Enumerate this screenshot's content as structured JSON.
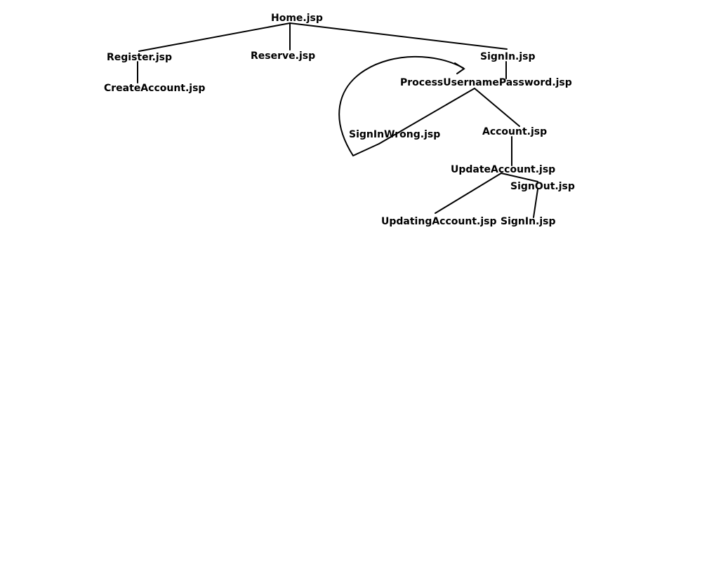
{
  "diagram": {
    "nodes": {
      "home": "Home.jsp",
      "register": "Register.jsp",
      "reserve": "Reserve.jsp",
      "signin": "SignIn.jsp",
      "create_account": "CreateAccount.jsp",
      "process_username_password": "ProcessUsernamePassword.jsp",
      "signin_wrong": "SignInWrong.jsp",
      "account": "Account.jsp",
      "update_account": "UpdateAccount.jsp",
      "signout": "SignOut.jsp",
      "updating_account": "UpdatingAccount.jsp",
      "signin_final": "SignIn.jsp"
    },
    "edges": [
      [
        "home",
        "register"
      ],
      [
        "home",
        "reserve"
      ],
      [
        "home",
        "signin"
      ],
      [
        "register",
        "create_account"
      ],
      [
        "signin",
        "process_username_password"
      ],
      [
        "process_username_password",
        "signin_wrong"
      ],
      [
        "process_username_password",
        "account"
      ],
      [
        "account",
        "update_account"
      ],
      [
        "update_account",
        "updating_account"
      ],
      [
        "update_account",
        "signout"
      ],
      [
        "signout",
        "signin_final"
      ],
      [
        "signin_wrong",
        "process_username_password"
      ]
    ],
    "colors": {
      "ink": "#000000",
      "background": "#ffffff"
    }
  }
}
